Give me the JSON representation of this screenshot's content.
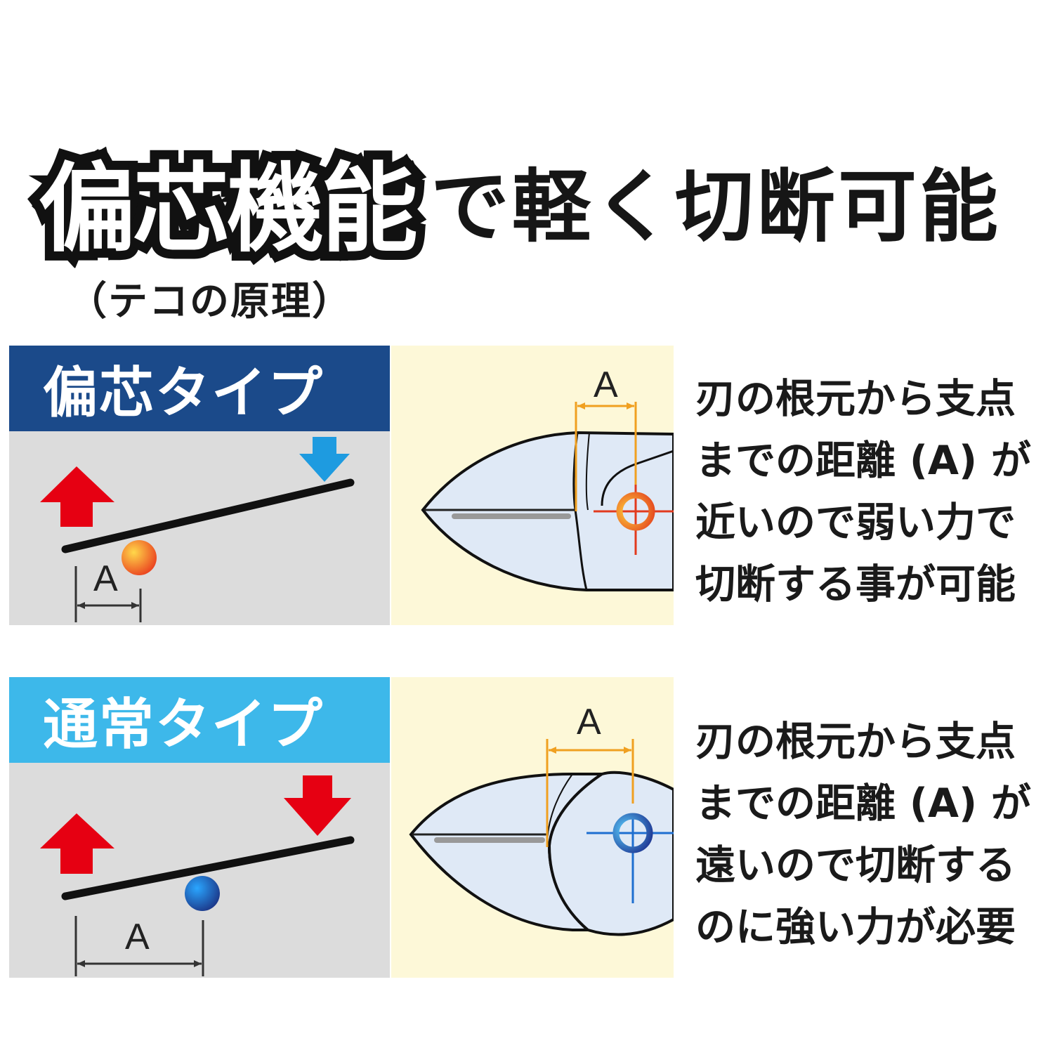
{
  "headline": {
    "bold": "偏芯機能",
    "rest": "で軽く切断可能"
  },
  "subtitle": "（テコの原理）",
  "eccentric": {
    "title": "偏芯タイプ",
    "header_color": "#1b4a8a",
    "lever_label": "A",
    "pliers_label": "A",
    "description": [
      "刃の根元から支点",
      "までの距離 (A) が",
      "近いので弱い力で",
      "切断する事が可能"
    ]
  },
  "normal": {
    "title": "通常タイプ",
    "header_color": "#3db8ea",
    "lever_label": "A",
    "pliers_label": "A",
    "description": [
      "刃の根元から支点",
      "までの距離 (A) が",
      "遠いので切断する",
      "のに強い力が必要"
    ]
  },
  "colors": {
    "arrow_red": "#e60012",
    "arrow_blue": "#1e9be0",
    "measure_orange": "#f0a020",
    "pliers_fill": "#dfe9f6"
  },
  "icons": [
    "up-arrow-icon",
    "down-arrow-icon",
    "fulcrum-ball-icon",
    "pivot-crosshair-icon"
  ]
}
